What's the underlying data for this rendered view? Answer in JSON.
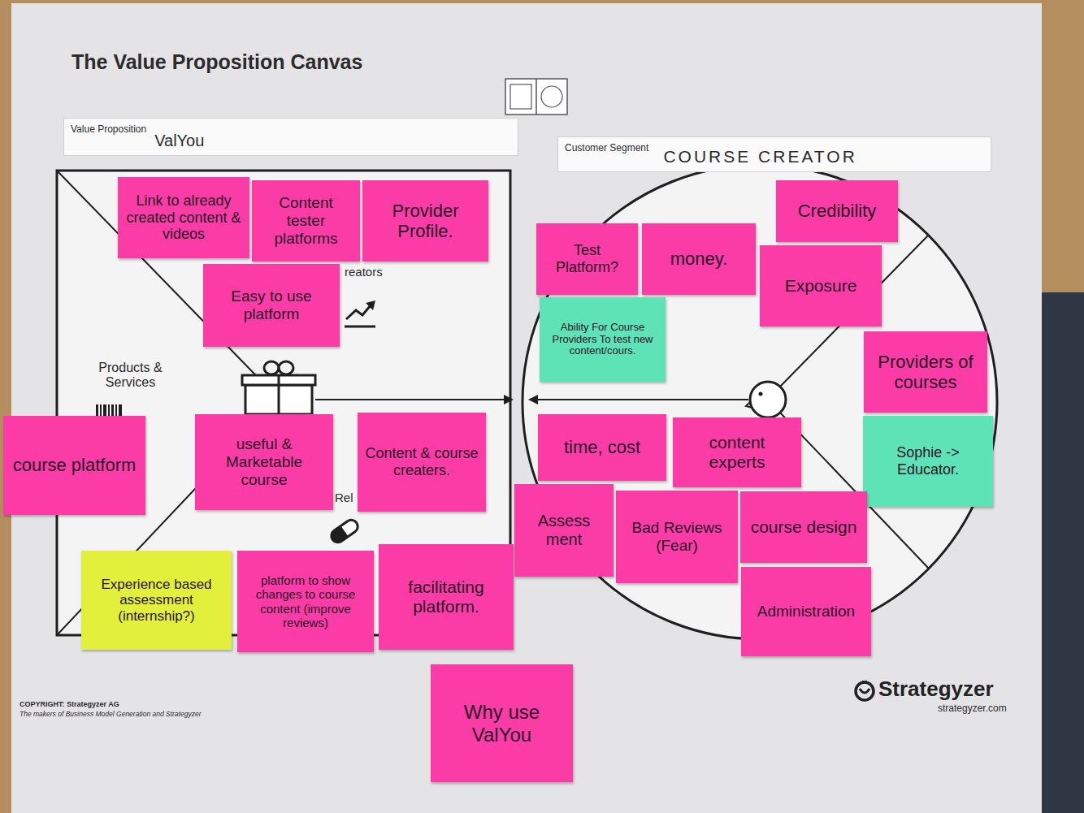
{
  "diagram": {
    "title": "The Value Proposition Canvas",
    "nodes": [
      {
        "text": [
          "Value Proposition",
          "ValYou"
        ]
      },
      {
        "text": [
          "Customer Segment",
          "COURSE CREATOR"
        ]
      },
      {
        "text": [
          "Link to already created content & videos"
        ]
      },
      {
        "text": [
          "Content tester platforms"
        ]
      },
      {
        "text": [
          "Provider Profile."
        ]
      },
      {
        "text": [
          "Easy to use platform"
        ]
      },
      {
        "text": [
          "course platform"
        ]
      },
      {
        "text": [
          "useful & Marketable course"
        ]
      },
      {
        "text": [
          "Content & course creaters."
        ]
      },
      {
        "text": [
          "Experience based assessment (internship?)"
        ]
      },
      {
        "text": [
          "platform to show changes to course content (improve reviews)"
        ]
      },
      {
        "text": [
          "facilitating platform."
        ]
      },
      {
        "text": [
          "Test Platform?"
        ]
      },
      {
        "text": [
          "money."
        ]
      },
      {
        "text": [
          "Credibility"
        ]
      },
      {
        "text": [
          "Exposure"
        ]
      },
      {
        "text": [
          "Ability For Course Providers To test new content/cours."
        ]
      },
      {
        "text": [
          "Providers of courses"
        ]
      },
      {
        "text": [
          "time, cost"
        ]
      },
      {
        "text": [
          "content experts"
        ]
      },
      {
        "text": [
          "Sophie -> Educator."
        ]
      },
      {
        "text": [
          "Assess ment"
        ]
      },
      {
        "text": [
          "Bad Reviews (Fear)"
        ]
      },
      {
        "text": [
          "course design"
        ]
      },
      {
        "text": [
          "Administration"
        ]
      },
      {
        "text": [
          "Why use ValYou"
        ]
      }
    ],
    "labels": [
      "reators",
      "Products & Services",
      "Rel",
      "COPYRIGHT: Strategyzer AG",
      "The makers of Business Model Generation and Strategyzer",
      "Strategyzer",
      "strategyzer.com"
    ]
  }
}
